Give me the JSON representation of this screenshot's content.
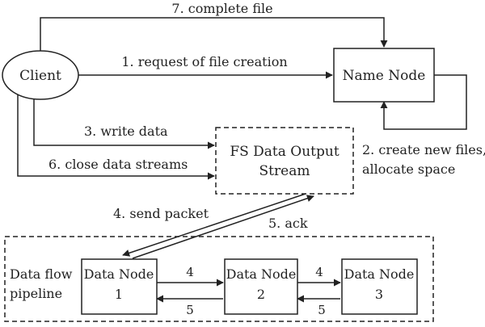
{
  "nodes": {
    "client": "Client",
    "name_node": "Name Node",
    "fs_stream": {
      "line1": "FS Data Output",
      "line2": "Stream"
    },
    "pipeline": {
      "line1": "Data flow",
      "line2": "pipeline"
    },
    "data_node_1": {
      "line1": "Data Node",
      "line2": "1"
    },
    "data_node_2": {
      "line1": "Data Node",
      "line2": "2"
    },
    "data_node_3": {
      "line1": "Data Node",
      "line2": "3"
    }
  },
  "edges": {
    "complete_file": "7. complete file",
    "request_creation": "1. request of file creation",
    "write_data": "3. write data",
    "close_streams": "6. close data streams",
    "create_files": {
      "line1": "2. create new files,",
      "line2": "allocate space"
    },
    "send_packet": "4. send packet",
    "ack": "5. ack",
    "dn1_dn2_forward": "4",
    "dn2_dn3_forward": "4",
    "dn2_dn1_back": "5",
    "dn3_dn2_back": "5"
  }
}
